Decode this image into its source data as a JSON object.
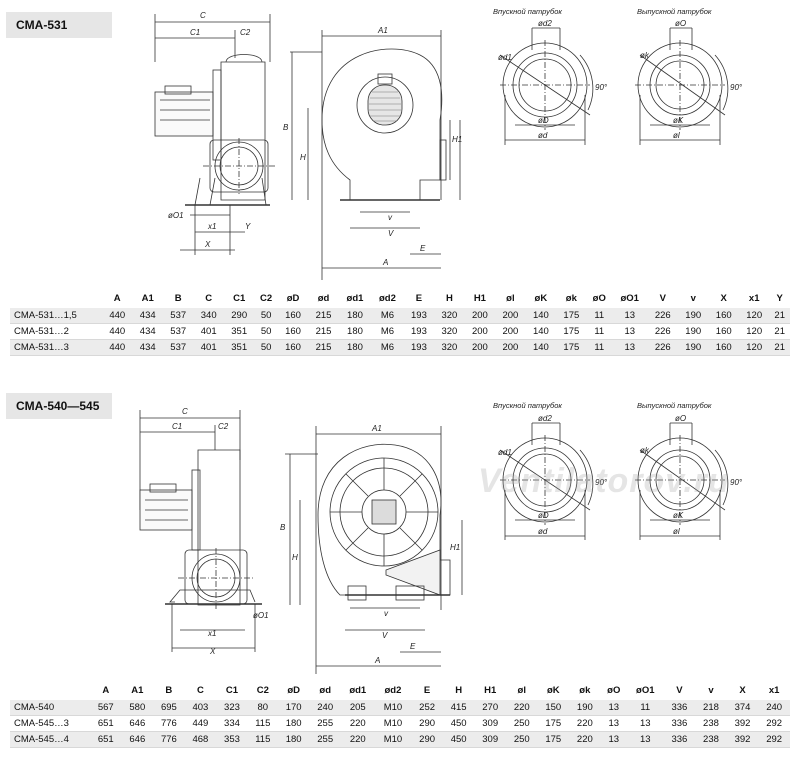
{
  "sections": [
    {
      "title": "CMA-531",
      "inlet_caption": "Впускной патрубок",
      "outlet_caption": "Выпускной патрубок",
      "drawing_labels": {
        "side": [
          "C",
          "C1",
          "C2",
          "øO1",
          "x1",
          "Y",
          "X"
        ],
        "front": [
          "A1",
          "B",
          "H",
          "H1",
          "v",
          "V",
          "E",
          "A"
        ],
        "inlet": [
          "ød2",
          "ød1",
          "øD",
          "ød",
          "90°"
        ],
        "outlet": [
          "øO",
          "øk",
          "øK",
          "øl",
          "90°"
        ]
      },
      "table": {
        "headers": [
          "",
          "A",
          "A1",
          "B",
          "C",
          "C1",
          "C2",
          "øD",
          "ød",
          "ød1",
          "ød2",
          "E",
          "H",
          "H1",
          "øl",
          "øK",
          "øk",
          "øO",
          "øO1",
          "V",
          "v",
          "X",
          "x1",
          "Y"
        ],
        "rows": [
          [
            "CMA-531…1,5",
            "440",
            "434",
            "537",
            "340",
            "290",
            "50",
            "160",
            "215",
            "180",
            "M6",
            "193",
            "320",
            "200",
            "200",
            "140",
            "175",
            "11",
            "13",
            "226",
            "190",
            "160",
            "120",
            "21"
          ],
          [
            "CMA-531…2",
            "440",
            "434",
            "537",
            "401",
            "351",
            "50",
            "160",
            "215",
            "180",
            "M6",
            "193",
            "320",
            "200",
            "200",
            "140",
            "175",
            "11",
            "13",
            "226",
            "190",
            "160",
            "120",
            "21"
          ],
          [
            "CMA-531…3",
            "440",
            "434",
            "537",
            "401",
            "351",
            "50",
            "160",
            "215",
            "180",
            "M6",
            "193",
            "320",
            "200",
            "200",
            "140",
            "175",
            "11",
            "13",
            "226",
            "190",
            "160",
            "120",
            "21"
          ]
        ]
      }
    },
    {
      "title": "CMA-540—545",
      "inlet_caption": "Впускной патрубок",
      "outlet_caption": "Выпускной патрубок",
      "drawing_labels": {
        "side": [
          "C",
          "C1",
          "C2",
          "øO1",
          "x1",
          "X"
        ],
        "front": [
          "A1",
          "B",
          "H",
          "H1",
          "v",
          "V",
          "E",
          "A"
        ],
        "inlet": [
          "ød2",
          "ød1",
          "øD",
          "ød",
          "90°"
        ],
        "outlet": [
          "øO",
          "øk",
          "øK",
          "øl",
          "90°"
        ]
      },
      "table": {
        "headers": [
          "",
          "A",
          "A1",
          "B",
          "C",
          "C1",
          "C2",
          "øD",
          "ød",
          "ød1",
          "ød2",
          "E",
          "H",
          "H1",
          "øl",
          "øK",
          "øk",
          "øO",
          "øO1",
          "V",
          "v",
          "X",
          "x1"
        ],
        "rows": [
          [
            "CMA-540",
            "567",
            "580",
            "695",
            "403",
            "323",
            "80",
            "170",
            "240",
            "205",
            "M10",
            "252",
            "415",
            "270",
            "220",
            "150",
            "190",
            "13",
            "11",
            "336",
            "218",
            "374",
            "240"
          ],
          [
            "CMA-545…3",
            "651",
            "646",
            "776",
            "449",
            "334",
            "115",
            "180",
            "255",
            "220",
            "M10",
            "290",
            "450",
            "309",
            "250",
            "175",
            "220",
            "13",
            "13",
            "336",
            "238",
            "392",
            "292"
          ],
          [
            "CMA-545…4",
            "651",
            "646",
            "776",
            "468",
            "353",
            "115",
            "180",
            "255",
            "220",
            "M10",
            "290",
            "450",
            "309",
            "250",
            "175",
            "220",
            "13",
            "13",
            "336",
            "238",
            "392",
            "292"
          ]
        ]
      }
    }
  ],
  "watermark": "Ventilatorov.ru"
}
